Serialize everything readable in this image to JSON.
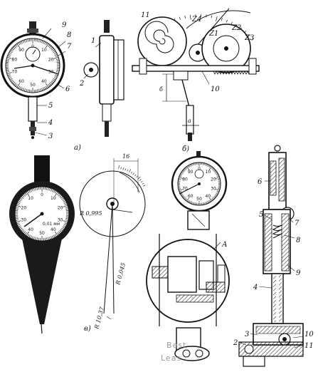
{
  "figure": {
    "panel_a": {
      "caption": "а)",
      "labels": [
        "9",
        "8",
        "7",
        "6",
        "5",
        "4",
        "3",
        "1",
        "2"
      ],
      "dial_numbers": [
        "0",
        "10",
        "20",
        "30",
        "40",
        "50",
        "60",
        "70",
        "80",
        "90"
      ]
    },
    "panel_b": {
      "caption": "б)",
      "labels": [
        "11",
        "Z4",
        "Z1",
        "Z2",
        "Z3",
        "10"
      ],
      "dimensions": [
        "б",
        "а"
      ]
    },
    "panel_v": {
      "caption": "в)",
      "dial_numbers": [
        "0",
        "10",
        "20",
        "30",
        "40",
        "50",
        "40",
        "30",
        "20",
        "10"
      ],
      "dial_text": "0,01 мм",
      "dimensions": [
        "16",
        "R 0,995",
        "R 0,045",
        "R 10,37"
      ]
    },
    "panel_assembly": {
      "dial_numbers": [
        "0",
        "10",
        "20",
        "30",
        "40",
        "50",
        "60",
        "70",
        "80",
        "90"
      ],
      "labels": [
        "А"
      ]
    },
    "panel_section": {
      "labels": [
        "6",
        "5",
        "7",
        "8",
        "9",
        "4",
        "3",
        "2",
        "10",
        "11"
      ]
    },
    "watermark": [
      "Best",
      "Leas"
    ]
  }
}
